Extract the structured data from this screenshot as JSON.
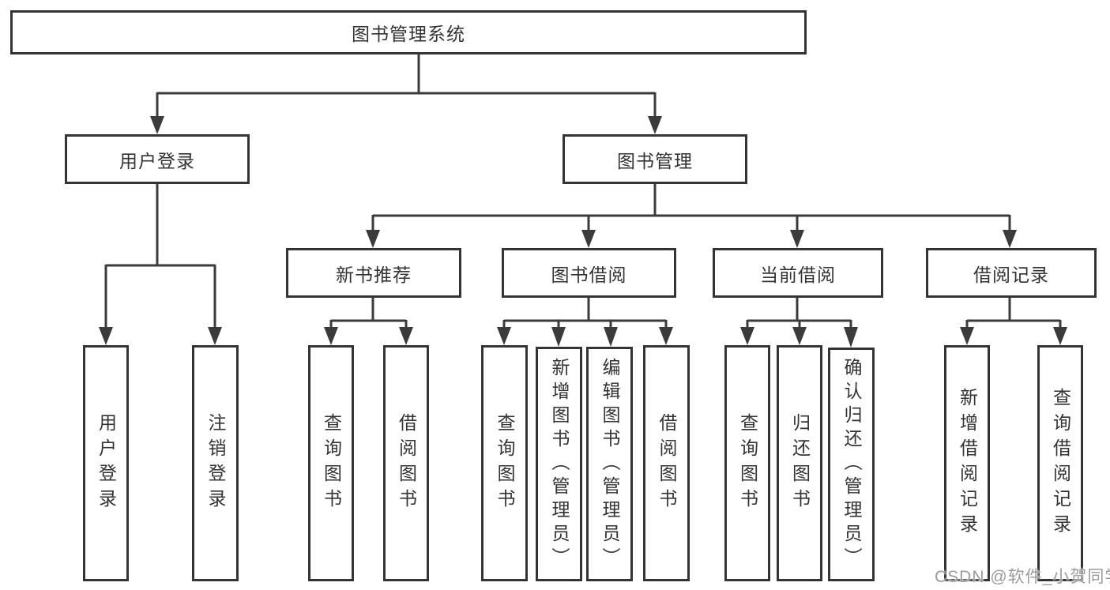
{
  "tree": {
    "root": {
      "label": "图书管理系统",
      "children": [
        {
          "label": "用户登录",
          "children": [
            {
              "label": "用户登录"
            },
            {
              "label": "注销登录"
            }
          ]
        },
        {
          "label": "图书管理",
          "children": [
            {
              "label": "新书推荐",
              "children": [
                {
                  "label": "查询图书"
                },
                {
                  "label": "借阅图书"
                }
              ]
            },
            {
              "label": "图书借阅",
              "children": [
                {
                  "label": "查询图书"
                },
                {
                  "label": "新增图书（管理员）"
                },
                {
                  "label": "编辑图书（管理员）"
                },
                {
                  "label": "借阅图书"
                }
              ]
            },
            {
              "label": "当前借阅",
              "children": [
                {
                  "label": "查询图书"
                },
                {
                  "label": "归还图书"
                },
                {
                  "label": "确认归还（管理员）"
                }
              ]
            },
            {
              "label": "借阅记录",
              "children": [
                {
                  "label": "新增借阅记录"
                },
                {
                  "label": "查询借阅记录"
                }
              ]
            }
          ]
        }
      ]
    }
  },
  "watermark": {
    "text": "CSDN @软件_小贺同学"
  },
  "colors": {
    "line": "#3b3b3b",
    "border": "#343434",
    "text": "#333333",
    "watermark": "#9b9b9b",
    "background": "#ffffff"
  }
}
